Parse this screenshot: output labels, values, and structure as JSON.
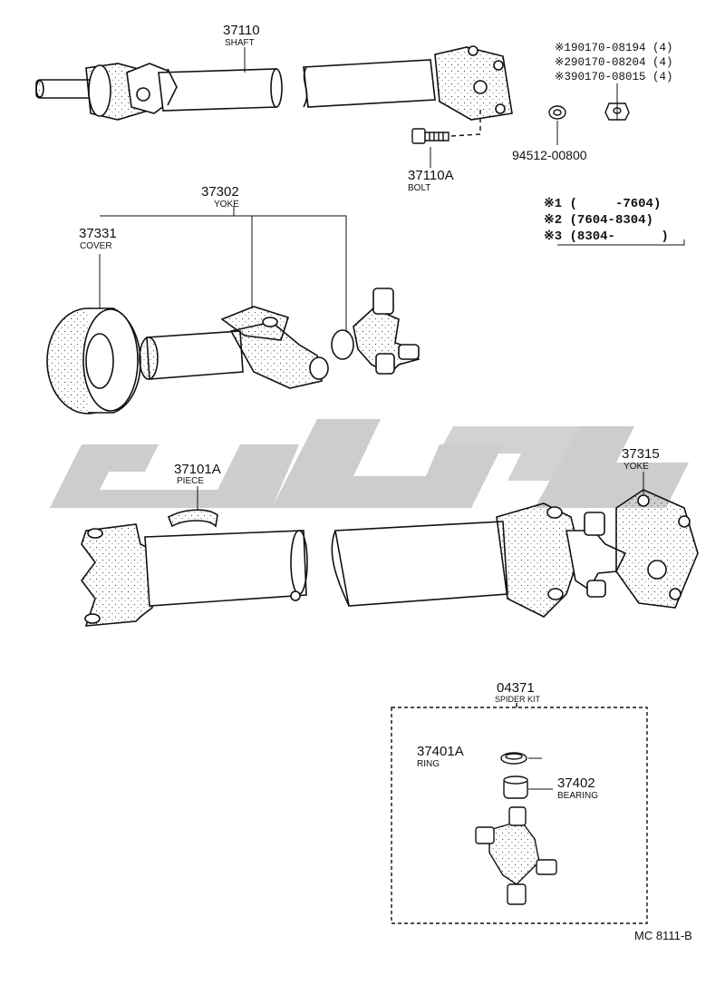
{
  "parts": {
    "shaft": {
      "number": "37110",
      "name": "SHAFT"
    },
    "bolt": {
      "number": "37110A",
      "name": "BOLT"
    },
    "washer_number": "94512-00800",
    "yoke_front": {
      "number": "37302",
      "name": "YOKE"
    },
    "cover": {
      "number": "37331",
      "name": "COVER"
    },
    "piece": {
      "number": "37101A",
      "name": "PIECE"
    },
    "yoke_rear": {
      "number": "37315",
      "name": "YOKE"
    },
    "spider_kit": {
      "number": "04371",
      "name": "SPIDER KIT"
    },
    "ring": {
      "number": "37401A",
      "name": "RING"
    },
    "bearing": {
      "number": "37402",
      "name": "BEARING"
    }
  },
  "nut_variants": [
    "※190170-08194 (4)",
    "※290170-08204 (4)",
    "※390170-08015 (4)"
  ],
  "ranges": [
    "※1 (     -7604)",
    "※2 (7604-8304)",
    "※3 (8304-      )"
  ],
  "reference": "MC 8111-B",
  "watermark_color": "#c8c8c8",
  "line_color": "#111111"
}
